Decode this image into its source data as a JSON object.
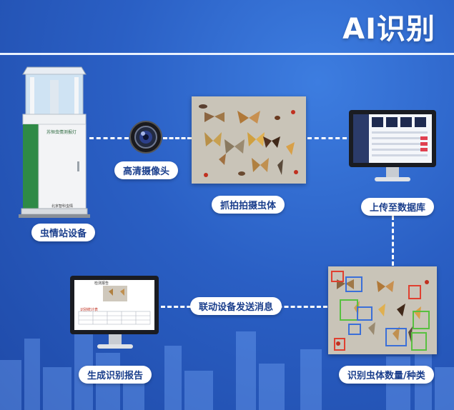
{
  "header": {
    "title": "AI识别"
  },
  "steps": [
    {
      "id": "device",
      "label": "虫情站设备",
      "device_text": "苏恒虫情测报灯",
      "device_brand": "北京智科虫情"
    },
    {
      "id": "camera",
      "label": "高清摄像头"
    },
    {
      "id": "capture",
      "label": "抓拍拍摄虫体"
    },
    {
      "id": "upload",
      "label": "上传至数据库"
    },
    {
      "id": "identify",
      "label": "识别虫体数量/种类"
    },
    {
      "id": "linkage",
      "label": "联动设备发送消息"
    },
    {
      "id": "report",
      "label": "生成识别报告",
      "report_title": "检测报告",
      "report_subtitle": "识别统计表"
    }
  ],
  "colors": {
    "accent": "#1a3e8c",
    "box_red": "#e04030",
    "box_green": "#58c040",
    "box_blue": "#3b6fd8"
  }
}
